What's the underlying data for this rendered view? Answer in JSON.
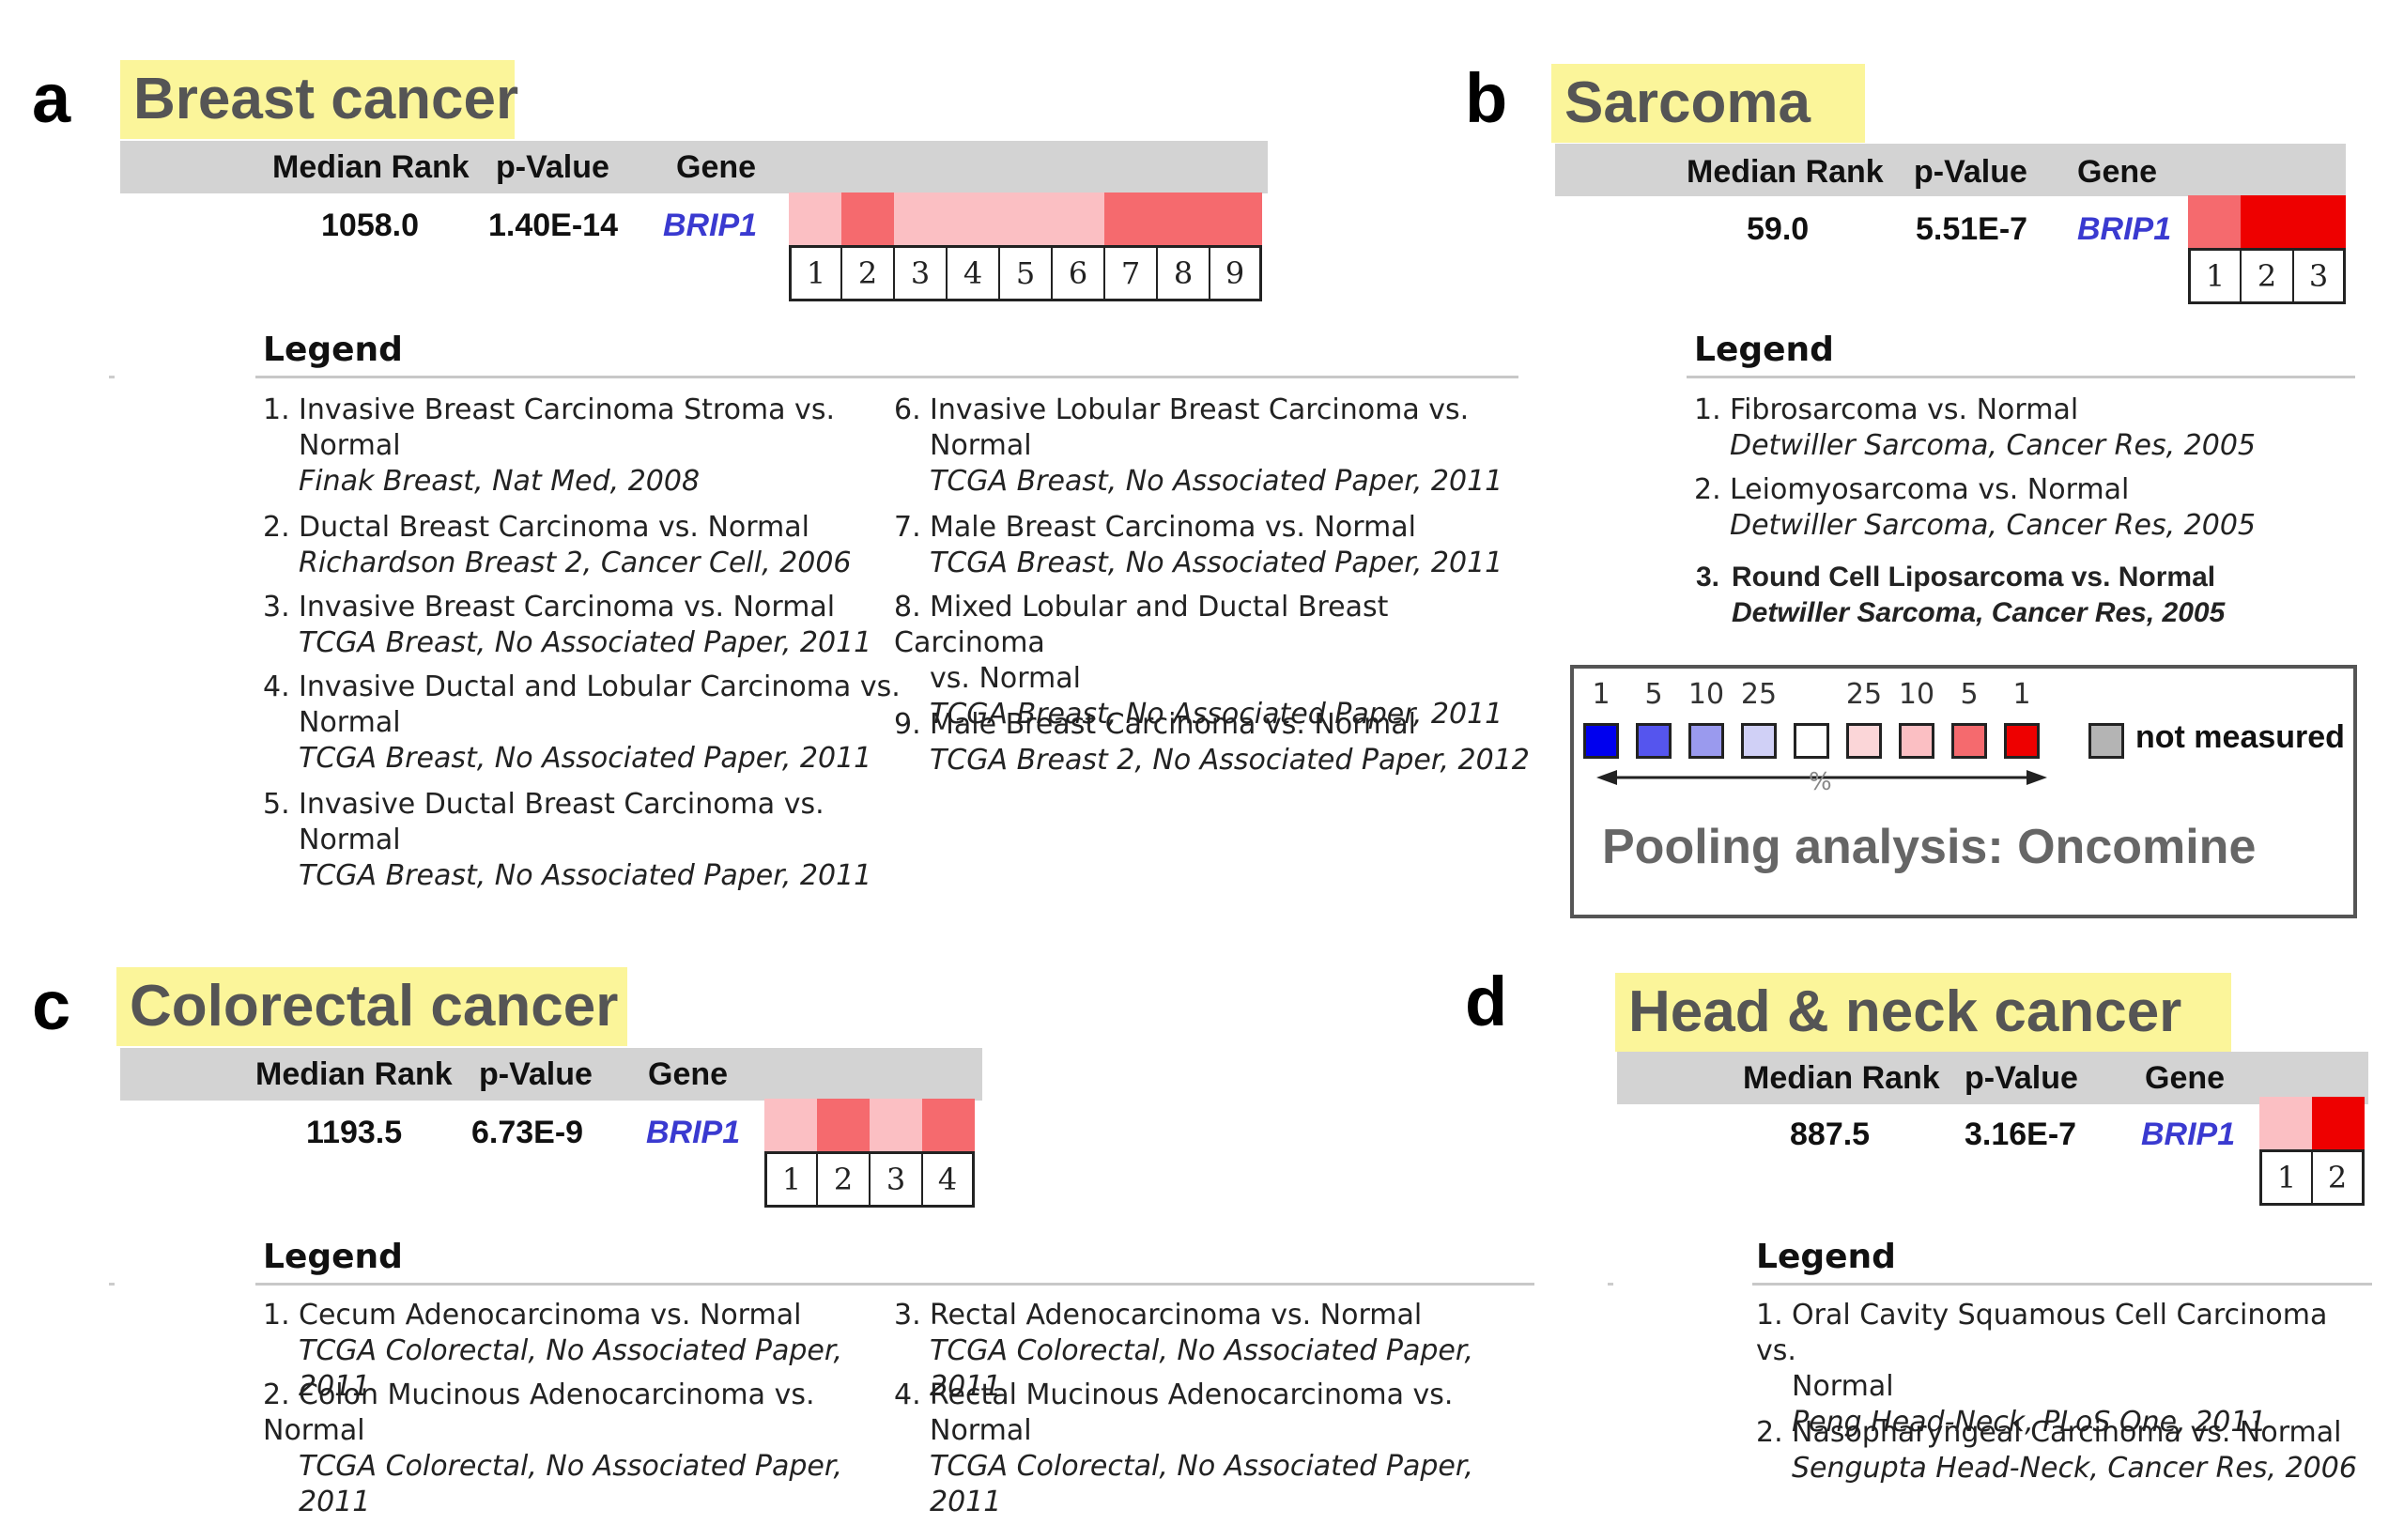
{
  "colors": {
    "heat_1": "#fbbfc3",
    "heat_2": "#f56a6e",
    "heat_red": "#ee0000",
    "title_bg": "#fbf59a",
    "gene": "#3a3ad0"
  },
  "headers": {
    "median_rank": "Median Rank",
    "p_value": "p-Value",
    "gene": "Gene"
  },
  "legend_title": "Legend",
  "panels": {
    "a": {
      "letter": "a",
      "title": "Breast cancer",
      "median_rank": "1058.0",
      "p_value": "1.40E-14",
      "gene": "BRIP1",
      "heat_labels": [
        "1",
        "2",
        "3",
        "4",
        "5",
        "6",
        "7",
        "8",
        "9"
      ],
      "heat_colors": [
        "#fbbfc3",
        "#f56a6e",
        "#fbbfc3",
        "#fbbfc3",
        "#fbbfc3",
        "#fbbfc3",
        "#f56a6e",
        "#f56a6e",
        "#f56a6e"
      ],
      "legend": [
        {
          "n": "1.",
          "title": "Invasive Breast Carcinoma Stroma vs.",
          "cont": "Normal",
          "study": "Finak Breast, Nat Med, 2008"
        },
        {
          "n": "2.",
          "title": "Ductal Breast Carcinoma vs. Normal",
          "cont": "",
          "study": "Richardson Breast 2, Cancer Cell, 2006"
        },
        {
          "n": "3.",
          "title": "Invasive Breast Carcinoma vs. Normal",
          "cont": "",
          "study": "TCGA Breast, No Associated Paper, 2011"
        },
        {
          "n": "4.",
          "title": "Invasive Ductal and Lobular Carcinoma vs.",
          "cont": "Normal",
          "study": "TCGA Breast, No Associated Paper, 2011"
        },
        {
          "n": "5.",
          "title": "Invasive Ductal Breast Carcinoma vs.",
          "cont": "Normal",
          "study": "TCGA Breast, No Associated Paper, 2011"
        },
        {
          "n": "6.",
          "title": "Invasive Lobular Breast Carcinoma vs.",
          "cont": "Normal",
          "study": "TCGA Breast, No Associated Paper, 2011"
        },
        {
          "n": "7.",
          "title": "Male Breast Carcinoma vs. Normal",
          "cont": "",
          "study": "TCGA Breast, No Associated Paper, 2011"
        },
        {
          "n": "8.",
          "title": "Mixed Lobular and Ductal Breast Carcinoma",
          "cont": "vs. Normal",
          "study": "TCGA Breast, No Associated Paper, 2011"
        },
        {
          "n": "9.",
          "title": "Male Breast Carcinoma vs. Normal",
          "cont": "",
          "study": "TCGA Breast 2, No Associated Paper, 2012"
        }
      ]
    },
    "b": {
      "letter": "b",
      "title": "Sarcoma",
      "median_rank": "59.0",
      "p_value": "5.51E-7",
      "gene": "BRIP1",
      "heat_labels": [
        "1",
        "2",
        "3"
      ],
      "heat_colors": [
        "#f56a6e",
        "#ee0000",
        "#ee0000"
      ],
      "legend": [
        {
          "n": "1.",
          "title": "Fibrosarcoma vs. Normal",
          "cont": "",
          "study": "Detwiller Sarcoma, Cancer Res, 2005"
        },
        {
          "n": "2.",
          "title": "Leiomyosarcoma vs. Normal",
          "cont": "",
          "study": "Detwiller Sarcoma, Cancer Res, 2005"
        },
        {
          "n": "3.",
          "title": "Round Cell Liposarcoma vs. Normal",
          "cont": "",
          "study": "Detwiller Sarcoma, Cancer Res, 2005"
        }
      ]
    },
    "c": {
      "letter": "c",
      "title": "Colorectal cancer",
      "median_rank": "1193.5",
      "p_value": "6.73E-9",
      "gene": "BRIP1",
      "heat_labels": [
        "1",
        "2",
        "3",
        "4"
      ],
      "heat_colors": [
        "#fbbfc3",
        "#f56a6e",
        "#fbbfc3",
        "#f56a6e"
      ],
      "legend": [
        {
          "n": "1.",
          "title": "Cecum Adenocarcinoma vs. Normal",
          "cont": "",
          "study": "TCGA Colorectal, No Associated Paper, 2011"
        },
        {
          "n": "2.",
          "title": "Colon Mucinous Adenocarcinoma vs. Normal",
          "cont": "",
          "study": "TCGA Colorectal, No Associated Paper, 2011"
        },
        {
          "n": "3.",
          "title": "Rectal Adenocarcinoma vs. Normal",
          "cont": "",
          "study": "TCGA Colorectal, No Associated Paper, 2011"
        },
        {
          "n": "4.",
          "title": "Rectal Mucinous Adenocarcinoma vs.",
          "cont": "Normal",
          "study": "TCGA Colorectal, No Associated Paper, 2011"
        }
      ]
    },
    "d": {
      "letter": "d",
      "title": "Head & neck cancer",
      "median_rank": "887.5",
      "p_value": "3.16E-7",
      "gene": "BRIP1",
      "heat_labels": [
        "1",
        "2"
      ],
      "heat_colors": [
        "#fbbfc3",
        "#ee0000"
      ],
      "legend": [
        {
          "n": "1.",
          "title": "Oral Cavity Squamous Cell Carcinoma vs.",
          "cont": "Normal",
          "study": "Peng Head-Neck, PLoS One, 2011"
        },
        {
          "n": "2.",
          "title": "Nasopharyngeal Carcinoma vs. Normal",
          "cont": "",
          "study": "Sengupta Head-Neck, Cancer Res, 2006"
        }
      ]
    }
  },
  "color_key": {
    "labels": [
      "1",
      "5",
      "10",
      "25",
      "",
      "25",
      "10",
      "5",
      "1"
    ],
    "swatches": [
      "#0000ee",
      "#5555ee",
      "#9a9aee",
      "#d0d0f6",
      "#ffffff",
      "#fbd6d8",
      "#fbbfc3",
      "#f56a6e",
      "#ee0000"
    ],
    "not_measured_color": "#b4b4b4",
    "not_measured": "not measured",
    "percent": "%",
    "pooling": "Pooling analysis: Oncomine"
  }
}
